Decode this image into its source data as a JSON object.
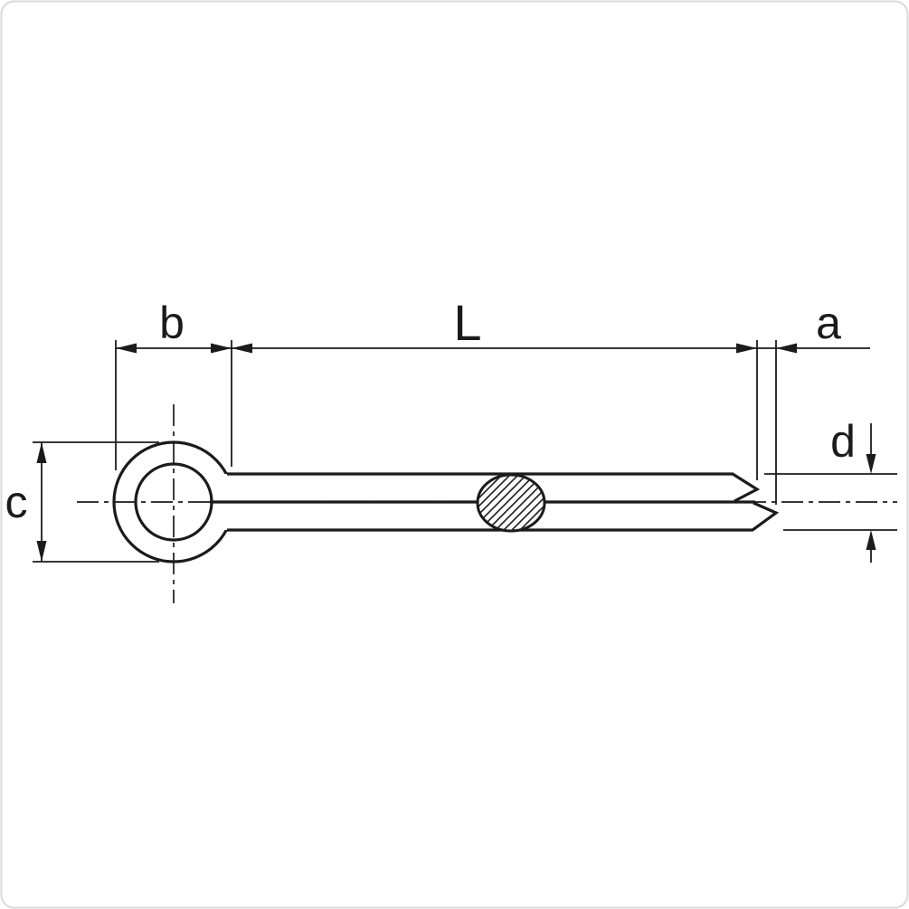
{
  "drawing": {
    "type": "technical-drawing",
    "subject": "cotter-pin-side-view",
    "labels": {
      "b": "b",
      "L": "L",
      "a": "a",
      "c": "c",
      "d": "d"
    },
    "colors": {
      "line": "#1b1b1b",
      "background": "#ffffff",
      "frame": "#d9d9d9"
    }
  }
}
